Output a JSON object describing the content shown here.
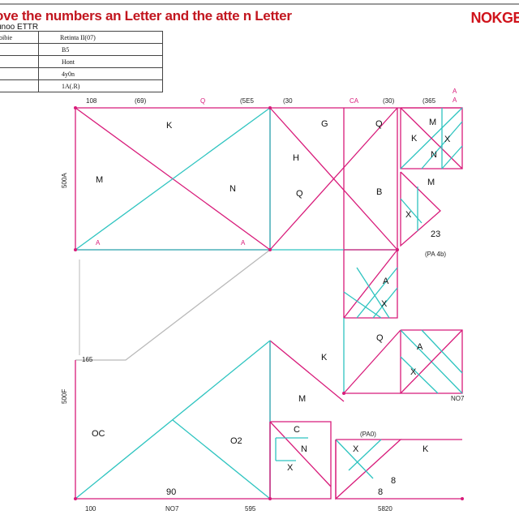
{
  "header": {
    "title": "ove the numbers an Letter and the atte n Letter",
    "subtitle": "unoo ETTR",
    "brand": "NOKGE"
  },
  "legend_table": {
    "headers": [
      "oibie",
      "Retinta II(07)"
    ],
    "rows": [
      [
        "",
        "B5"
      ],
      [
        "",
        "Hont"
      ],
      [
        "",
        "4y0n"
      ],
      [
        "",
        "1A(.R)"
      ]
    ]
  },
  "top_dims": {
    "d1": "108",
    "d2": "(69)",
    "d3": "Q",
    "d4": "(5E5",
    "d5": "(30",
    "d6": "CA",
    "d7": "(30)",
    "d8": "(365",
    "d9": "A"
  },
  "bottom_dims": {
    "b1": "100",
    "b2": "NO7",
    "b3": "595",
    "b4": "5820"
  },
  "side_dims": {
    "left_top": "500A",
    "left_bottom": "500F",
    "mid_right": "(PA 4b)",
    "mid_right2": "(PA0)",
    "label_23": "23",
    "label_165": "165",
    "label_no7": "NO7"
  },
  "pieces": {
    "k1": "K",
    "m1": "M",
    "n1": "N",
    "g1": "G",
    "h1": "H",
    "q1": "Q",
    "q2": "Q",
    "b1": "B",
    "k2": "K",
    "m2": "M",
    "x1": "X",
    "n2": "N",
    "m3": "M",
    "x2": "X",
    "a1": "A",
    "x3": "X",
    "k3": "K",
    "m4": "M",
    "q3": "Q",
    "a2": "A",
    "x4": "X",
    "oc": "OC",
    "o2": "O2",
    "c1": "C",
    "n3": "N",
    "x5": "X",
    "x6": "X",
    "k4": "K",
    "n90": "90",
    "n8": "8",
    "n8b": "8",
    "a3": "A",
    "a4": "A",
    "a5": "A"
  },
  "colors": {
    "magenta": "#d81b7a",
    "teal": "#2ec4c0",
    "gray": "#b9b9b9",
    "red_title": "#c2161f"
  }
}
